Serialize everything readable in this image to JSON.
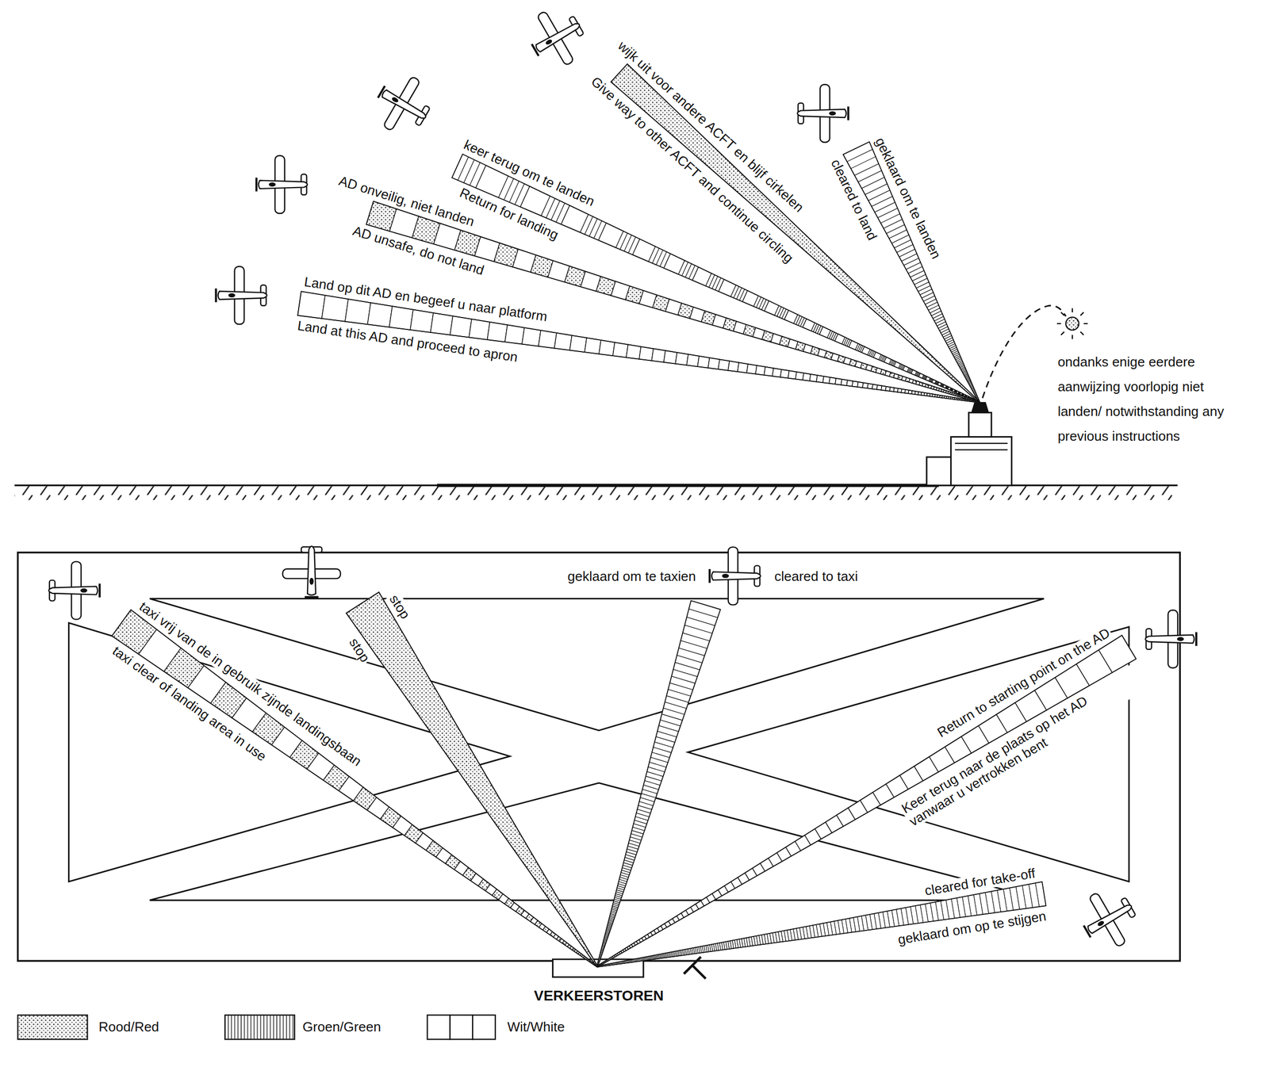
{
  "diagram": {
    "labels": [
      "wijk uit voor andere ACFT en blijf cirkelen",
      "Give way to other ACFT and continue circling",
      "geklaard om te landen",
      "cleared to land",
      "keer terug om te landen",
      "Return for landing",
      "AD onveilig, niet landen",
      "AD unsafe, do not land",
      "Land op dit AD en begeef u naar platform",
      "Land at this AD and proceed to apron",
      "ondanks enige eerdere aanwijzing voorlopig niet landen/ notwithstanding any previous instructions",
      "geklaard om te taxien",
      "cleared to taxi",
      "taxi vrij van de in gebruik zijnde landingsbaan",
      "taxi clear of landing area in use",
      "stop",
      "stop",
      "Return to starting point on the AD",
      "Keer terug naar de plaats op het AD vanwaar u vertrokken bent",
      "cleared for take-off",
      "geklaard om op te stijgen",
      "VERKEERSTOREN"
    ],
    "legend": [
      {
        "text": "Rood/Red"
      },
      {
        "text": "Groen/Green"
      },
      {
        "text": "Wit/White"
      }
    ]
  }
}
